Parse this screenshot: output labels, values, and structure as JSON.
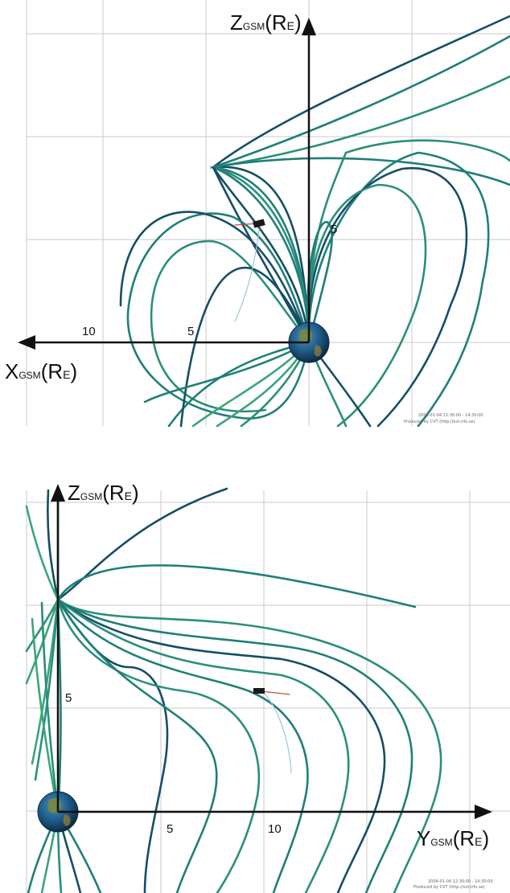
{
  "colors": {
    "field_line_main": "#1f7f78",
    "field_line_dark": "#154e66",
    "field_line_light": "#3ba57a",
    "field_line_footpoint": "#c0392b",
    "grid": "#c8c8c8",
    "axis": "#111111",
    "spacecraft": "#1a1a1a",
    "earth_ocean": "#1f5d8a",
    "earth_land": "#7a8a3a"
  },
  "panels": [
    {
      "id": "xz-projection",
      "x_axis": {
        "main": "X",
        "sub": "GSM",
        "unit_open": "(R",
        "unit_sub": "E",
        "unit_close": ")"
      },
      "y_axis": {
        "main": "Z",
        "sub": "GSM",
        "unit_open": "(R",
        "unit_sub": "E",
        "unit_close": ")"
      },
      "ticks": [
        "10",
        "5",
        "5"
      ],
      "credit": [
        "2004-01-04 12:30:00 - 14:30:00",
        "Produced by CVT (http://ovt.irfu.se)"
      ],
      "icons": [
        "earth-icon",
        "spacecraft-icon"
      ]
    },
    {
      "id": "yz-projection",
      "x_axis": {
        "main": "Y",
        "sub": "GSM",
        "unit_open": "(R",
        "unit_sub": "E",
        "unit_close": ")"
      },
      "y_axis": {
        "main": "Z",
        "sub": "GSM",
        "unit_open": "(R",
        "unit_sub": "E",
        "unit_close": ")"
      },
      "ticks": [
        "5",
        "10",
        "5"
      ],
      "credit": [
        "2004-01-04 12:30:00 - 14:30:00",
        "Produced by CVT (http://ovt.irfu.se)"
      ],
      "icons": [
        "earth-icon",
        "spacecraft-icon"
      ]
    }
  ]
}
